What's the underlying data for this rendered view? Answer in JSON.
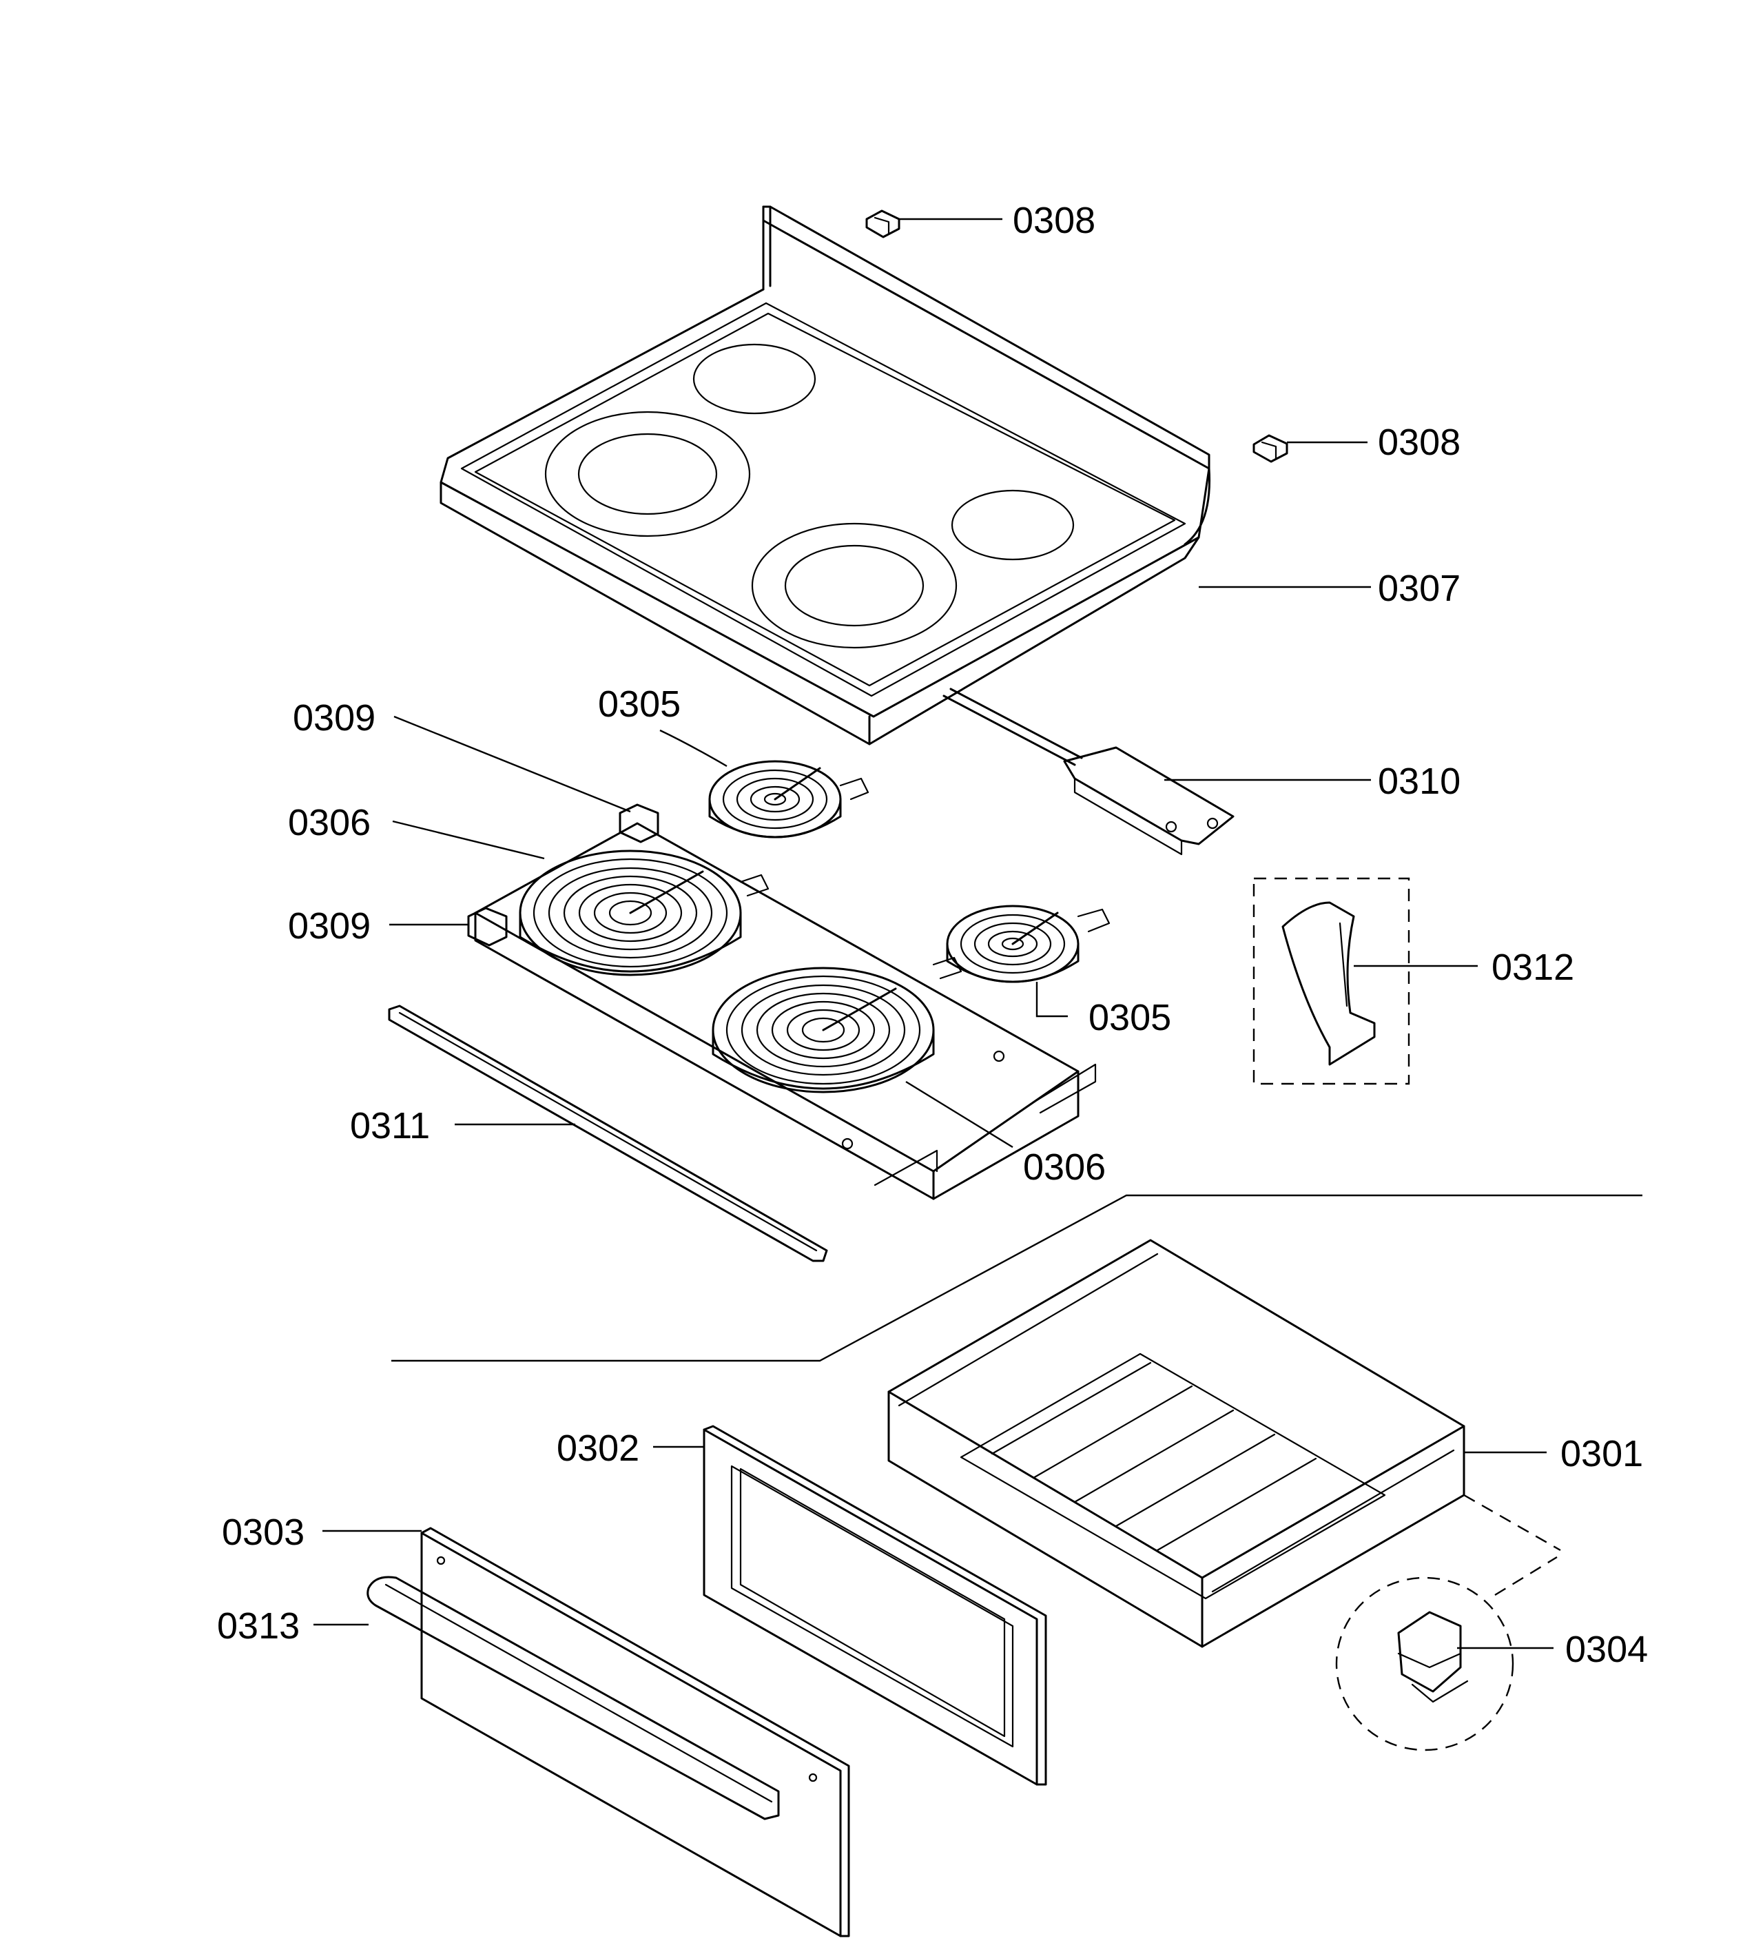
{
  "callouts": {
    "c0308_top": "0308",
    "c0308_right": "0308",
    "c0307": "0307",
    "c0309_top": "0309",
    "c0305_top": "0305",
    "c0306_left": "0306",
    "c0310": "0310",
    "c0309_bottom": "0309",
    "c0312": "0312",
    "c0305_right": "0305",
    "c0311": "0311",
    "c0306_bottom": "0306",
    "c0302": "0302",
    "c0301": "0301",
    "c0303": "0303",
    "c0313": "0313",
    "c0304": "0304"
  }
}
